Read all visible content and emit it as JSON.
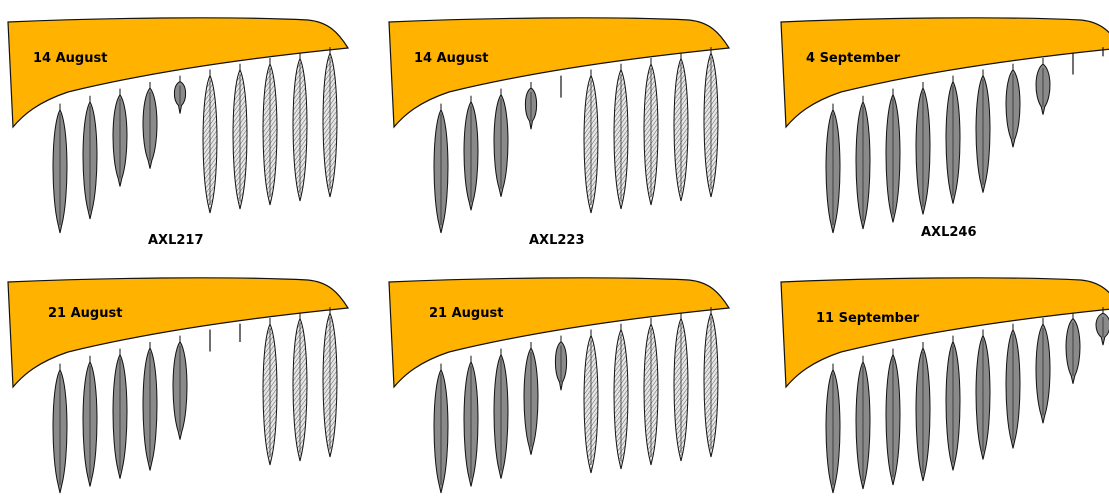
{
  "colors": {
    "wing": "#ffb300",
    "wing_outline": "#111111",
    "old_feather": "#e6e6e6",
    "new_feather": "#8a8a8a",
    "feather_outline": "#111111"
  },
  "panels": [
    {
      "date": "14 August",
      "bird_id": "AXL217",
      "feathers": [
        {
          "state": "new",
          "growth": 1.0
        },
        {
          "state": "new",
          "growth": 0.92
        },
        {
          "state": "new",
          "growth": 0.7
        },
        {
          "state": "new",
          "growth": 0.6
        },
        {
          "state": "pin",
          "growth": 0.2
        },
        {
          "state": "old",
          "growth": 1.0
        },
        {
          "state": "old",
          "growth": 1.0
        },
        {
          "state": "old",
          "growth": 1.0
        },
        {
          "state": "old",
          "growth": 1.0
        },
        {
          "state": "old",
          "growth": 1.0
        }
      ]
    },
    {
      "date": "14 August",
      "bird_id": "AXL223",
      "feathers": [
        {
          "state": "new",
          "growth": 1.0
        },
        {
          "state": "new",
          "growth": 0.85
        },
        {
          "state": "new",
          "growth": 0.78
        },
        {
          "state": "pin",
          "growth": 0.3
        },
        {
          "state": "spike",
          "growth": 0.12
        },
        {
          "state": "old",
          "growth": 1.0
        },
        {
          "state": "old",
          "growth": 1.0
        },
        {
          "state": "old",
          "growth": 1.0
        },
        {
          "state": "old",
          "growth": 1.0
        },
        {
          "state": "old",
          "growth": 1.0
        }
      ]
    },
    {
      "date": "4 September",
      "bird_id": "AXL246",
      "feathers": [
        {
          "state": "new",
          "growth": 1.0
        },
        {
          "state": "new",
          "growth": 1.0
        },
        {
          "state": "new",
          "growth": 0.98
        },
        {
          "state": "new",
          "growth": 0.95
        },
        {
          "state": "new",
          "growth": 0.9
        },
        {
          "state": "new",
          "growth": 0.85
        },
        {
          "state": "new",
          "growth": 0.55
        },
        {
          "state": "new",
          "growth": 0.35
        },
        {
          "state": "spike",
          "growth": 0.12
        },
        {
          "state": "spike",
          "growth": 0.05
        }
      ]
    },
    {
      "date": "21 August",
      "bird_id": "",
      "feathers": [
        {
          "state": "new",
          "growth": 1.0
        },
        {
          "state": "new",
          "growth": 0.98
        },
        {
          "state": "new",
          "growth": 0.95
        },
        {
          "state": "new",
          "growth": 0.92
        },
        {
          "state": "new",
          "growth": 0.72
        },
        {
          "state": "spike",
          "growth": 0.12
        },
        {
          "state": "spike",
          "growth": 0.1
        },
        {
          "state": "old",
          "growth": 1.0
        },
        {
          "state": "old",
          "growth": 1.0
        },
        {
          "state": "old",
          "growth": 1.0
        }
      ]
    },
    {
      "date": "21 August",
      "bird_id": "",
      "feathers": [
        {
          "state": "new",
          "growth": 1.0
        },
        {
          "state": "new",
          "growth": 0.98
        },
        {
          "state": "new",
          "growth": 0.95
        },
        {
          "state": "new",
          "growth": 0.8
        },
        {
          "state": "pin",
          "growth": 0.35
        },
        {
          "state": "old",
          "growth": 1.0
        },
        {
          "state": "old",
          "growth": 1.0
        },
        {
          "state": "old",
          "growth": 1.0
        },
        {
          "state": "old",
          "growth": 1.0
        },
        {
          "state": "old",
          "growth": 1.0
        }
      ]
    },
    {
      "date": "11 September",
      "bird_id": "",
      "feathers": [
        {
          "state": "new",
          "growth": 1.0
        },
        {
          "state": "new",
          "growth": 1.0
        },
        {
          "state": "new",
          "growth": 1.0
        },
        {
          "state": "new",
          "growth": 1.0
        },
        {
          "state": "new",
          "growth": 0.95
        },
        {
          "state": "new",
          "growth": 0.9
        },
        {
          "state": "new",
          "growth": 0.85
        },
        {
          "state": "new",
          "growth": 0.7
        },
        {
          "state": "new",
          "growth": 0.45
        },
        {
          "state": "new",
          "growth": 0.2
        }
      ]
    }
  ]
}
